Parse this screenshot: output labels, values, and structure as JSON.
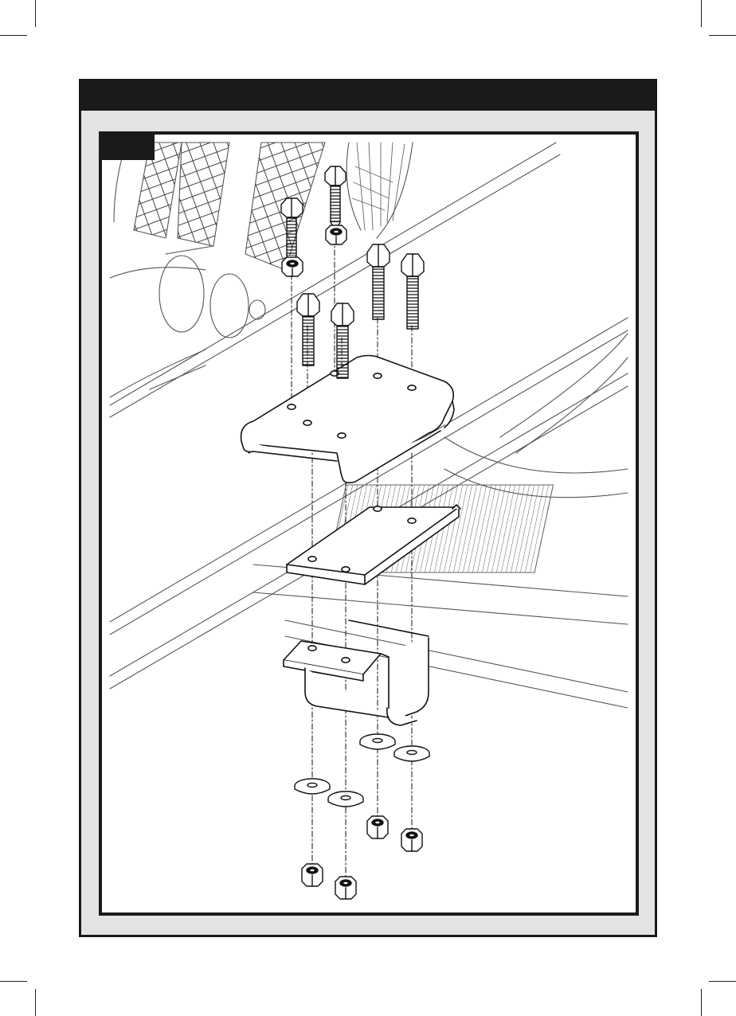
{
  "header": {
    "title": ""
  },
  "step": {
    "label": ""
  },
  "diagram": {
    "title": "",
    "parts": [
      {
        "name": "hex-bolt",
        "count": 6
      },
      {
        "name": "lock-nut",
        "count": 6
      },
      {
        "name": "flat-washer",
        "count": 4
      },
      {
        "name": "upper-mounting-bracket",
        "count": 1
      },
      {
        "name": "middle-mounting-plate",
        "count": 1
      },
      {
        "name": "lower-u-bracket",
        "count": 1
      }
    ]
  }
}
